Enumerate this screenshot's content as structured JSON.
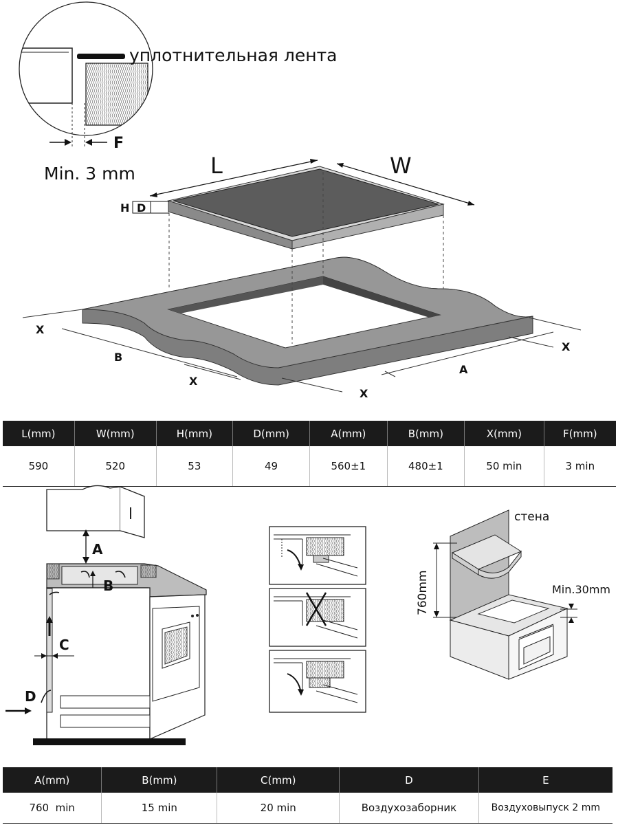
{
  "detail": {
    "seal_label": "уплотнительная лента",
    "f_label": "F",
    "min_label": "Min. 3 mm"
  },
  "dims": {
    "L": "L",
    "W": "W",
    "H": "H",
    "D": "D",
    "A": "A",
    "B": "B",
    "X": "X"
  },
  "table1": {
    "headers": [
      "L(mm)",
      "W(mm)",
      "H(mm)",
      "D(mm)",
      "A(mm)",
      "B(mm)",
      "X(mm)",
      "F(mm)"
    ],
    "values": [
      "590",
      "520",
      "53",
      "49",
      "560±1",
      "480±1",
      "50 min",
      "3 min"
    ]
  },
  "install": {
    "A": "A",
    "B": "B",
    "C": "C",
    "D": "D"
  },
  "wall": {
    "wall_label": "стена",
    "height_label": "760mm",
    "min_label": "Min.30mm"
  },
  "table2": {
    "headers": [
      "A(mm)",
      "B(mm)",
      "C(mm)",
      "D",
      "E"
    ],
    "values": [
      "760  min",
      "15 min",
      "20 min",
      "Воздухозаборник",
      "Воздуховыпуск 2 mm"
    ]
  }
}
